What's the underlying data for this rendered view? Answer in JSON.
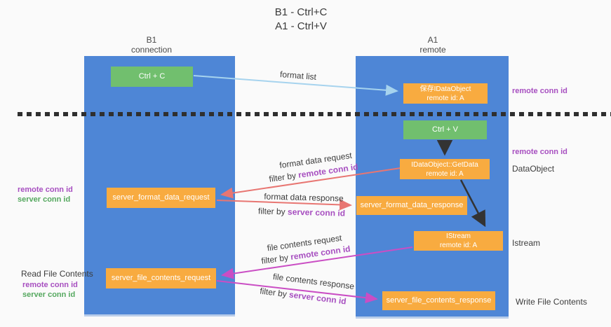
{
  "title": {
    "line1": "B1 - Ctrl+C",
    "line2": "A1 - Ctrl+V"
  },
  "columns": {
    "left": {
      "name": "B1",
      "role": "connection"
    },
    "right": {
      "name": "A1",
      "role": "remote"
    }
  },
  "nodes": {
    "ctrl_c": "Ctrl + C",
    "ctrl_v": "Ctrl + V",
    "save_idataobject": {
      "line1": "保存IDataObject",
      "line2": "remote id: A"
    },
    "getdata": {
      "line1": "IDataObject::GetData",
      "line2": "remote id: A"
    },
    "istream": {
      "line1": "IStream",
      "line2": "remote id: A"
    },
    "server_format_data_request": "server_format_data_request",
    "server_format_data_response": "server_format_data_response",
    "server_file_contents_request": "server_file_contents_request",
    "server_file_contents_response": "server_file_contents_response"
  },
  "arrow_labels": {
    "format_list": "format list",
    "format_data_request": "format data request",
    "format_data_response": "format data response",
    "file_contents_request": "file contents request",
    "file_contents_response": "file contents response",
    "filter_by": "filter by ",
    "remote_conn_id": "remote conn id",
    "server_conn_id": "server conn id"
  },
  "side_labels": {
    "remote_conn_id": "remote conn id",
    "server_conn_id": "server conn id",
    "dataobject": "DataObject",
    "istream": "Istream",
    "read_file_contents": "Read File Contents",
    "write_file_contents": "Write File Contents"
  },
  "colors": {
    "lifeline_blue": "#4e86d6",
    "node_green": "#71bf6e",
    "node_orange": "#f8ab40",
    "arrow_lightblue": "#a6d3ee",
    "arrow_red": "#e87672",
    "arrow_magenta": "#ca4ec4",
    "arrow_black": "#333333",
    "text_purple": "#a74fc0",
    "text_green": "#55a85f"
  }
}
